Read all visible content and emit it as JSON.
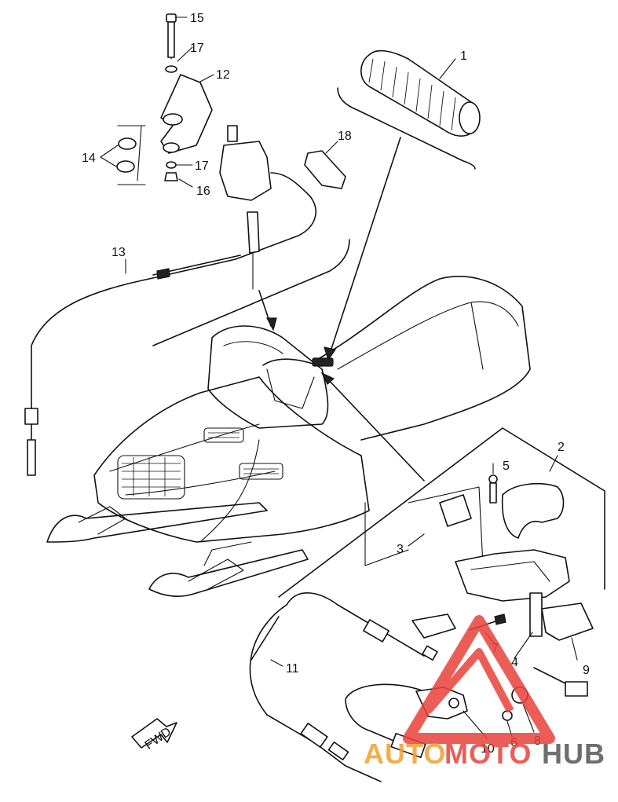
{
  "diagram": {
    "callouts": [
      {
        "id": "1",
        "text": "1"
      },
      {
        "id": "2",
        "text": "2"
      },
      {
        "id": "3",
        "text": "3"
      },
      {
        "id": "4",
        "text": "4"
      },
      {
        "id": "5",
        "text": "5"
      },
      {
        "id": "6",
        "text": "6"
      },
      {
        "id": "7",
        "text": "7"
      },
      {
        "id": "8",
        "text": "8"
      },
      {
        "id": "9",
        "text": "9"
      },
      {
        "id": "10",
        "text": "10"
      },
      {
        "id": "11",
        "text": "11"
      },
      {
        "id": "12",
        "text": "12"
      },
      {
        "id": "13",
        "text": "13"
      },
      {
        "id": "14",
        "text": "14"
      },
      {
        "id": "15",
        "text": "15"
      },
      {
        "id": "16",
        "text": "16"
      },
      {
        "id": "17a",
        "text": "17"
      },
      {
        "id": "17b",
        "text": "17"
      },
      {
        "id": "18",
        "text": "18"
      }
    ],
    "direction_label": "FWD"
  },
  "watermark": {
    "part1": "AUTO",
    "part2": "MOTO",
    "part3": "HUB",
    "color_red": "#e8423a",
    "color_orange": "#f0a030",
    "color_gray": "#555555"
  }
}
